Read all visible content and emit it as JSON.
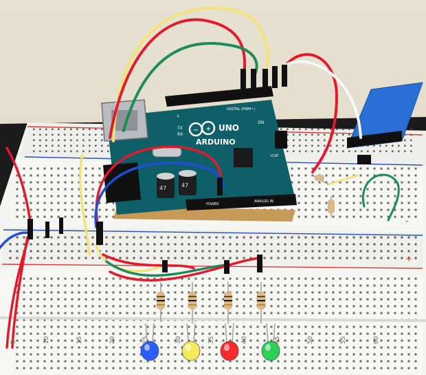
{
  "arduino": {
    "brand": "ARDUINO",
    "model": "UNO",
    "capacitor_left": "47",
    "capacitor_right": "47",
    "pin_tx": "TX",
    "pin_rx": "RX",
    "pin_l": "L",
    "pin_on": "ON",
    "header_digital": "DIGITAL (PWM~)",
    "header_power": "POWER",
    "header_analog": "ANALOG IN",
    "icsp": "ICSP"
  },
  "breadboard": {
    "row_numbers_bottom": [
      "5",
      "10",
      "15",
      "20",
      "25",
      "30",
      "35",
      "40",
      "45",
      "50",
      "55",
      "60"
    ],
    "rail_plus": "+",
    "rail_minus": "-"
  },
  "leds": [
    {
      "name": "blue",
      "color": "#2a5cff"
    },
    {
      "name": "yellow",
      "color": "#f3e95a"
    },
    {
      "name": "red",
      "color": "#ff2a2a"
    },
    {
      "name": "green",
      "color": "#2fd05a"
    }
  ],
  "colors": {
    "wire_red": "#e11b2b",
    "wire_yellow": "#f2e27a",
    "wire_green": "#1d8a5a",
    "wire_blue": "#1f4fd6",
    "wire_white": "#f7f7f7",
    "board_teal": "#0f5f68"
  }
}
